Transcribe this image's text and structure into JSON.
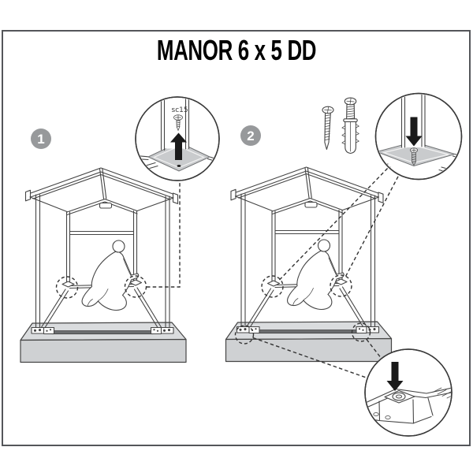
{
  "page": {
    "title": "MANOR 6 x 5 DD"
  },
  "steps": [
    {
      "number": "1",
      "screw_label": "sc15",
      "callout_icon": "screw-into-floor-corner"
    },
    {
      "number": "2",
      "callout_icon_top": "press-screw-into-floor-corner",
      "callout_icon_bottom": "floor-corner-bracket",
      "hardware_icons": [
        "screw-icon",
        "screw-with-wall-plug-icon"
      ]
    }
  ],
  "colors": {
    "line": "#454545",
    "border": "#54565a",
    "slab_top": "#dadcde",
    "slab_front": "#cfd1d3",
    "corner_plate": "#c9cbcd",
    "badge": "#97999b",
    "badge_text": "#ffffff",
    "arrow": "#1a1a1a",
    "floor_bar": "#6b6d6f",
    "title_text": "#000000",
    "background": "#ffffff"
  }
}
